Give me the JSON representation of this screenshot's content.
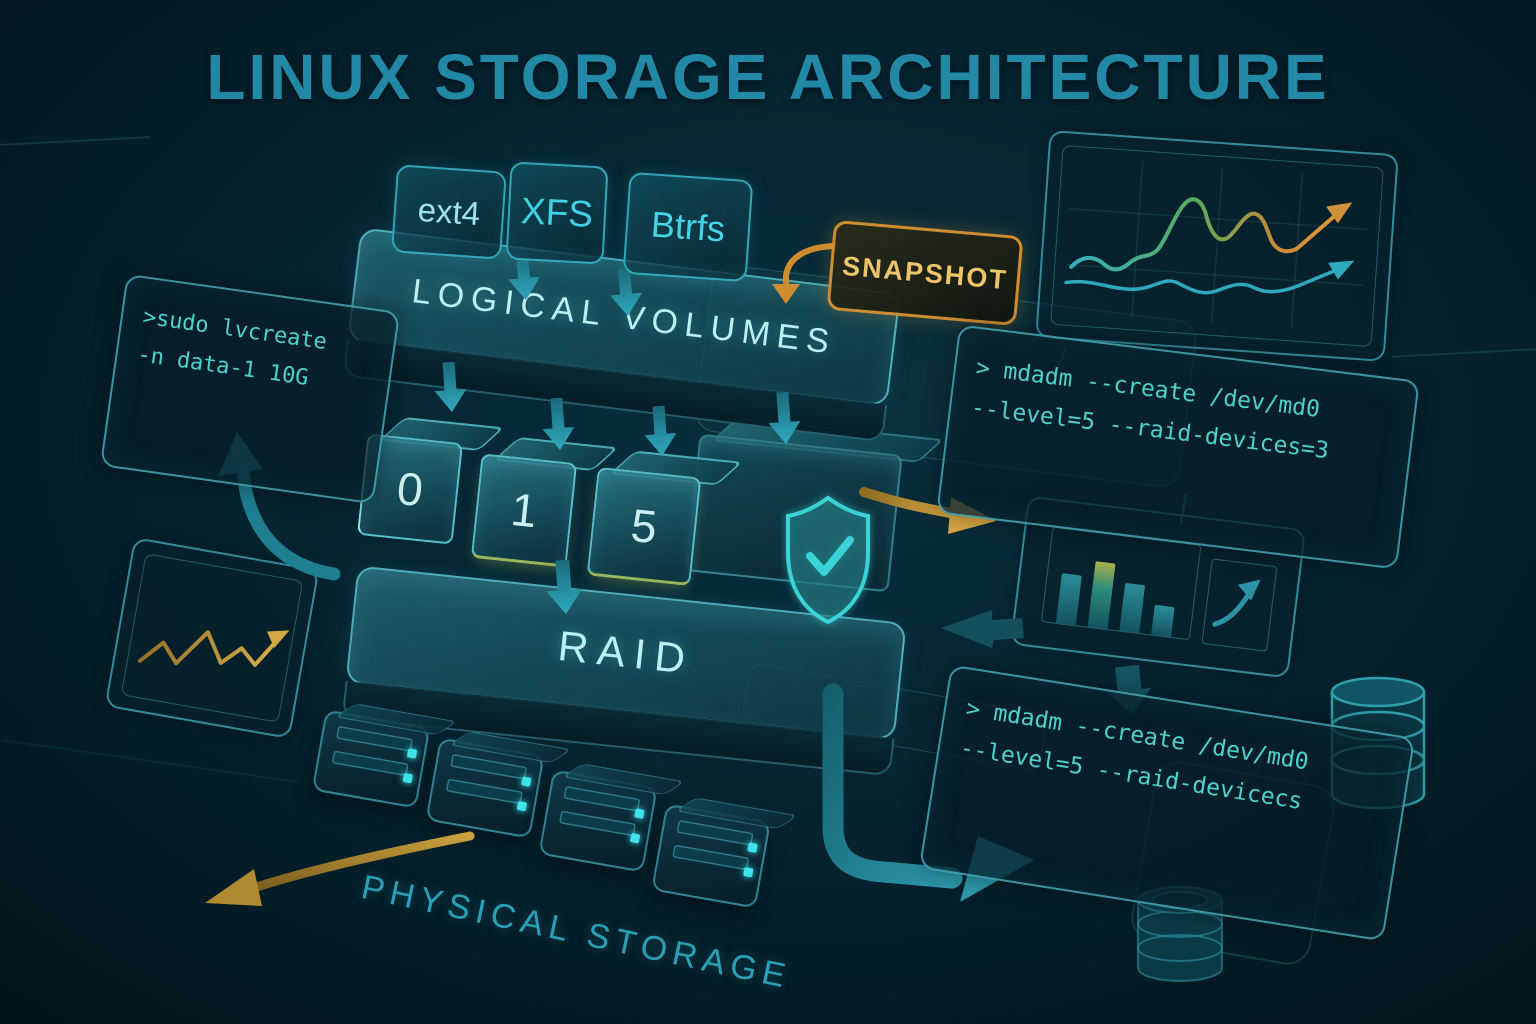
{
  "title": "LINUX STORAGE ARCHITECTURE",
  "filesystems": [
    {
      "label": "ext4"
    },
    {
      "label": "XFS"
    },
    {
      "label": "Btrfs"
    }
  ],
  "snapshot": {
    "label": "SNAPSHOT"
  },
  "layers": {
    "logical_volumes": "LOGICAL VOLUMES",
    "raid": "RAID",
    "physical_storage": "PHYSICAL STORAGE"
  },
  "raid_levels": [
    "0",
    "1",
    "5"
  ],
  "commands": {
    "lvcreate": {
      "line1": ">sudo lvcreate",
      "line2": "-n data-1 10G"
    },
    "mdadm_create": {
      "line1": "> mdadm --create /dev/md0",
      "line2": "--level=5 --raid-devices=3"
    },
    "mdadm_create_bottom": {
      "line1": "> mdadm --create /dev/md0",
      "line2": "--level=5 --raid-devicecs"
    }
  },
  "icons": {
    "shield": "shield-check-icon",
    "snapshot_arrow": "curved-down-arrow-icon",
    "left_trend": "zigzag-trend-arrow-icon",
    "top_right_chart": "dual-line-chart-icon",
    "bar_chart": "bar-chart-icon",
    "up_right_arrow": "up-right-arrow-icon",
    "database_right": "database-stack-icon",
    "database_bottom": "database-stack-icon"
  },
  "colors": {
    "background": "#04202b",
    "accent_teal": "#2fa9bd",
    "accent_teal_bright": "#45d7e8",
    "accent_gold": "#d9a845",
    "snapshot_border": "#cf8d2f",
    "snapshot_text": "#ecc46a",
    "code_text": "#4ed2cc",
    "heading_text": "#bdf0f4",
    "title_text": "#2189a6"
  },
  "mini_bar_chart": {
    "type": "bar",
    "values": [
      50,
      66,
      48,
      30
    ]
  }
}
